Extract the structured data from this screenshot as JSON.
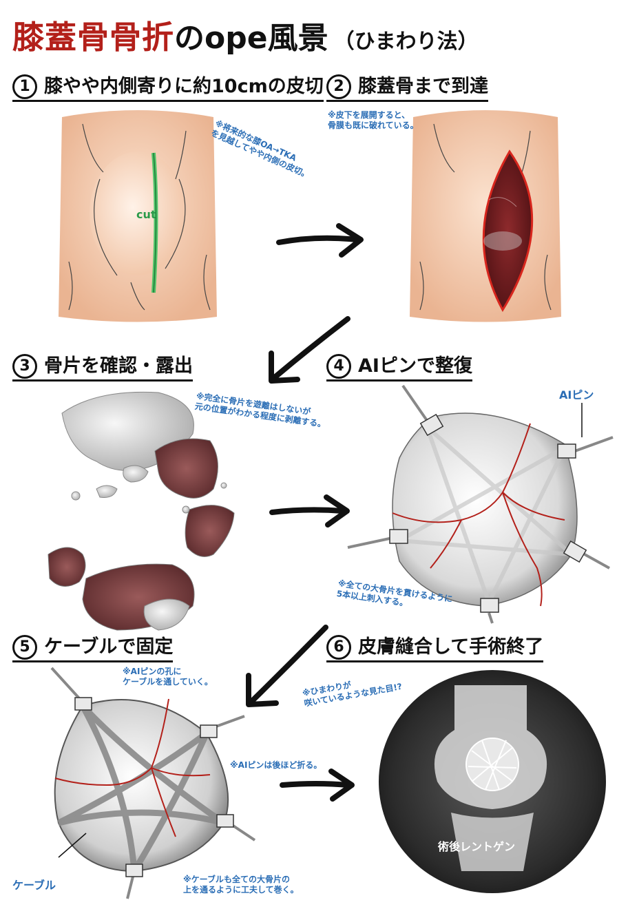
{
  "title": {
    "red": "膝蓋骨骨折",
    "black": "のope風景",
    "sub": "（ひまわり法）"
  },
  "steps": [
    {
      "num": "1",
      "label": "膝やや内側寄りに約10cmの皮切"
    },
    {
      "num": "2",
      "label": "膝蓋骨まで到達"
    },
    {
      "num": "3",
      "label": "骨片を確認・露出"
    },
    {
      "num": "4",
      "label": "AIピンで整復"
    },
    {
      "num": "5",
      "label": "ケーブルで固定"
    },
    {
      "num": "6",
      "label": "皮膚縫合して手術終了"
    }
  ],
  "notes": {
    "step1": [
      "※将来的な膝OA→TKA",
      "を見越してやや内側の皮切。"
    ],
    "cut_label": "cut",
    "step2": [
      "※皮下を展開すると、",
      "骨膜も既に破れている。"
    ],
    "step3": [
      "※完全に骨片を遊離はしないが",
      "元の位置がわかる程度に剥離する。"
    ],
    "step4_pin": "AIピン",
    "step4": [
      "※全ての大骨片を貫けるように",
      "5本以上刺入する。"
    ],
    "step5a": [
      "※AIピンの孔に",
      "ケーブルを通していく。"
    ],
    "step5b": [
      "※AIピンは後ほど折る。"
    ],
    "step5_cable": "ケーブル",
    "step5c": [
      "※ケーブルも全ての大骨片の",
      "上を通るように工夫して巻く。"
    ],
    "step6": [
      "※ひまわりが",
      "咲いているような見た目!?"
    ],
    "xray_label": "術後レントゲン"
  },
  "colors": {
    "title_red": "#b3201a",
    "note_blue": "#2a6db5",
    "skin": "#f2c4a4",
    "wound": "#6e1a1e",
    "bone": "#e8e8e8",
    "crack": "#b3201a"
  }
}
